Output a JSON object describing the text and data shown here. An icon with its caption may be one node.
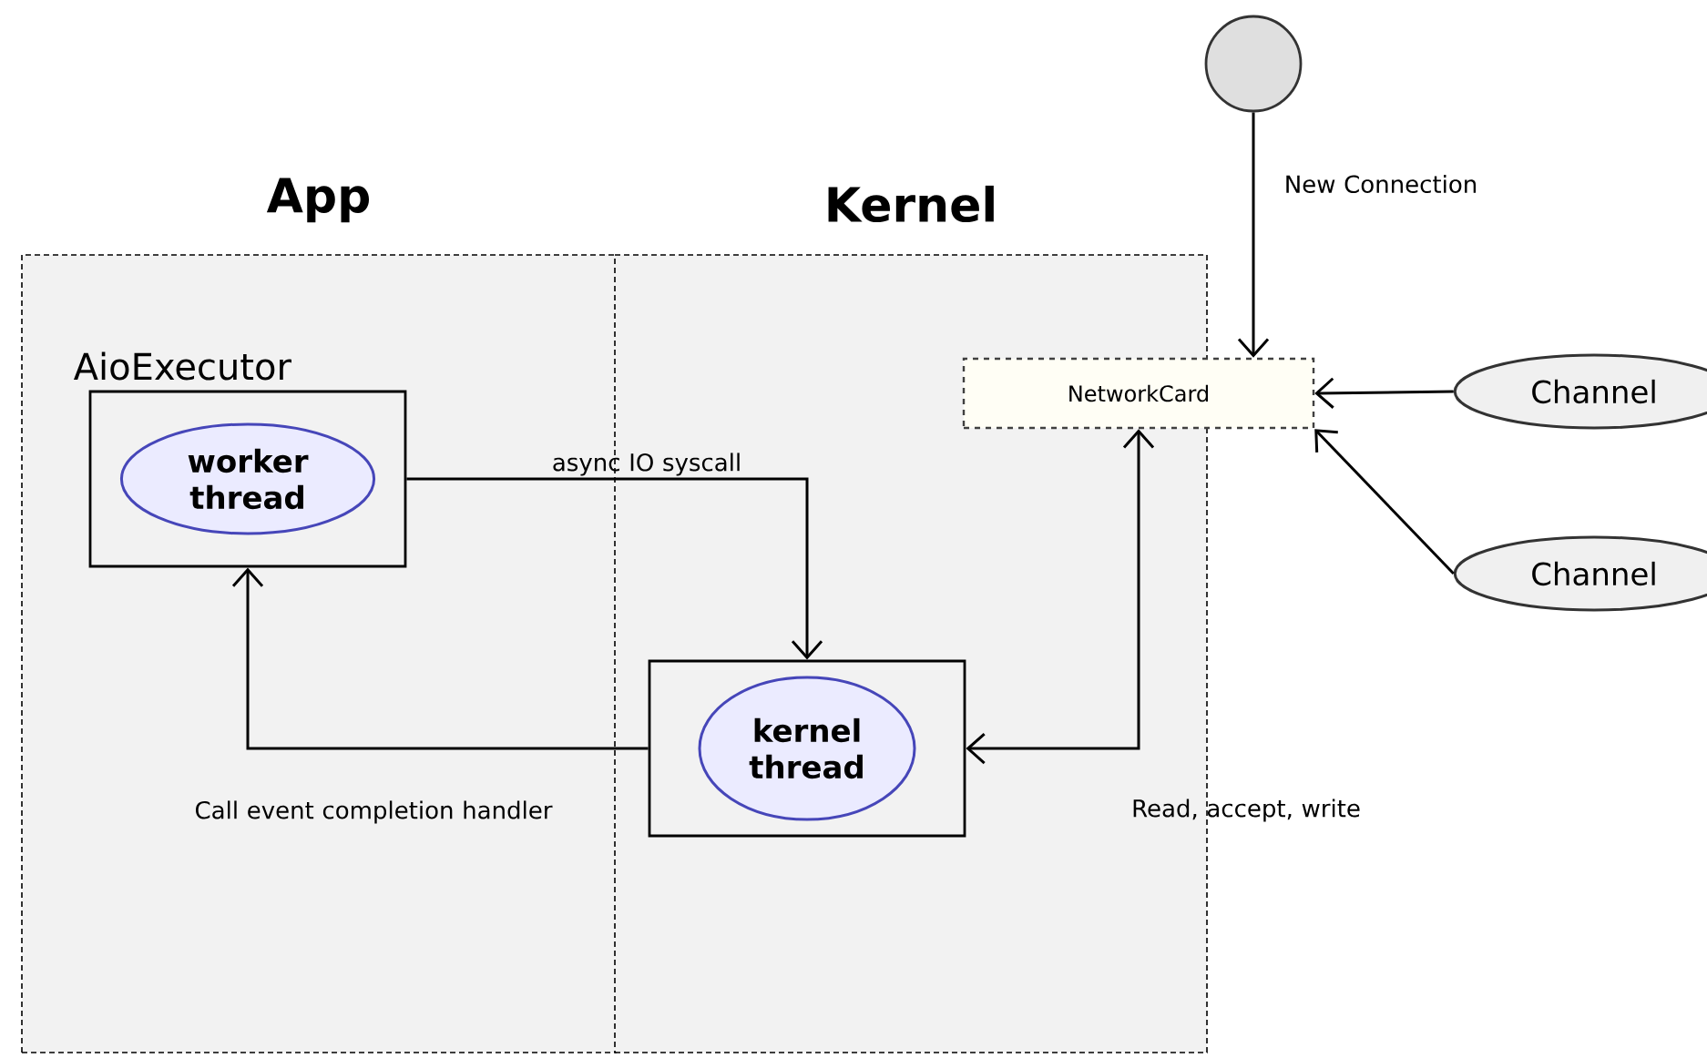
{
  "diagram": {
    "nodes": [
      {
        "text": [
          "App"
        ]
      },
      {
        "text": [
          "Kernel"
        ]
      },
      {
        "text": [
          "AioExecutor"
        ],
        "in": 0
      },
      {
        "text": [
          "worker thread"
        ],
        "in": 2
      },
      {
        "text": [],
        "shape": "box",
        "in": 1
      },
      {
        "text": [
          "kernel thread"
        ],
        "in": 4
      },
      {
        "text": [
          "NetworkCard"
        ]
      },
      {
        "text": [],
        "shape": "circle"
      },
      {
        "text": [
          "Channel"
        ]
      },
      {
        "text": [
          "Channel"
        ]
      }
    ],
    "edges": [
      {
        "from": 2,
        "to": 4,
        "arrow": "to",
        "label": "async IO syscall"
      },
      {
        "from": 4,
        "to": 2,
        "arrow": "to",
        "label": "Call event completion handler"
      },
      {
        "from": 4,
        "to": 6,
        "arrow": "both",
        "label": "Read, accept, write"
      },
      {
        "from": 7,
        "to": 6,
        "arrow": "to",
        "label": "New Connection"
      },
      {
        "from": 8,
        "to": 6,
        "arrow": "to"
      },
      {
        "from": 9,
        "to": 6,
        "arrow": "to"
      }
    ]
  }
}
